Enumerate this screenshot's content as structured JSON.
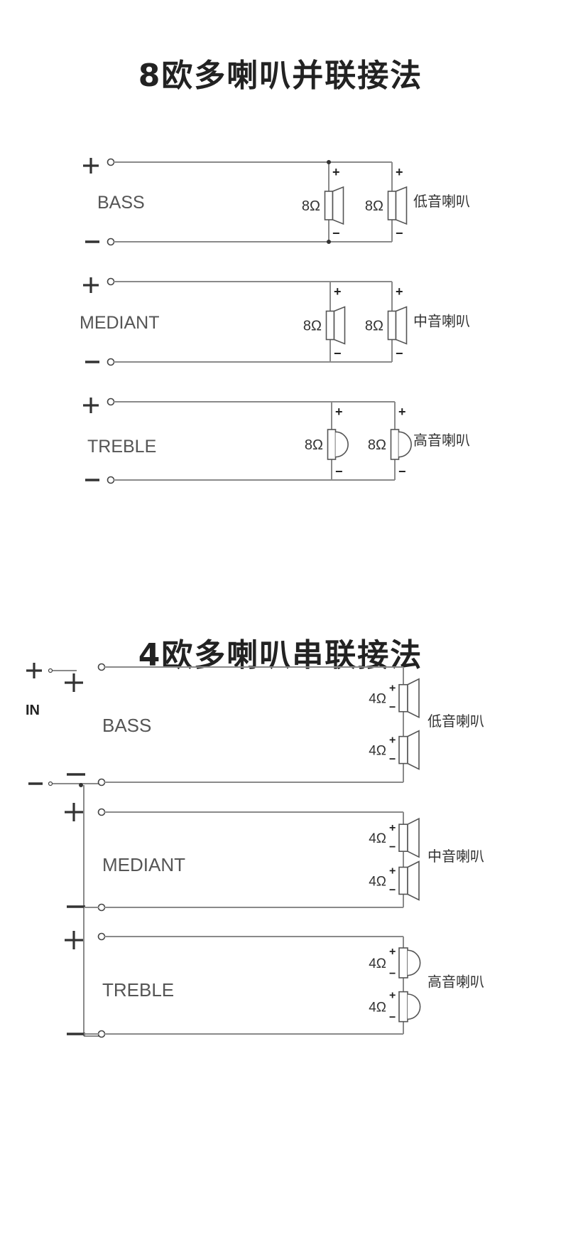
{
  "parallel": {
    "title": "8欧多喇叭并联接法",
    "sections": [
      {
        "label": "BASS",
        "impedance": "8Ω",
        "speaker_type": "cone",
        "caption": "低音喇叭"
      },
      {
        "label": "MEDIANT",
        "impedance": "8Ω",
        "speaker_type": "cone",
        "caption": "中音喇叭"
      },
      {
        "label": "TREBLE",
        "impedance": "8Ω",
        "speaker_type": "dome",
        "caption": "高音喇叭"
      }
    ]
  },
  "series": {
    "title": "4欧多喇叭串联接法",
    "input_label": "IN",
    "sections": [
      {
        "label": "BASS",
        "impedance": "4Ω",
        "speaker_type": "cone",
        "caption": "低音喇叭"
      },
      {
        "label": "MEDIANT",
        "impedance": "4Ω",
        "speaker_type": "cone",
        "caption": "中音喇叭"
      },
      {
        "label": "TREBLE",
        "impedance": "4Ω",
        "speaker_type": "dome",
        "caption": "高音喇叭"
      }
    ]
  },
  "symbols": {
    "plus": "+",
    "minus": "−"
  },
  "colors": {
    "wire": "#8a8a8a",
    "text": "#555555",
    "title": "#222222",
    "terminal": "#444444"
  }
}
